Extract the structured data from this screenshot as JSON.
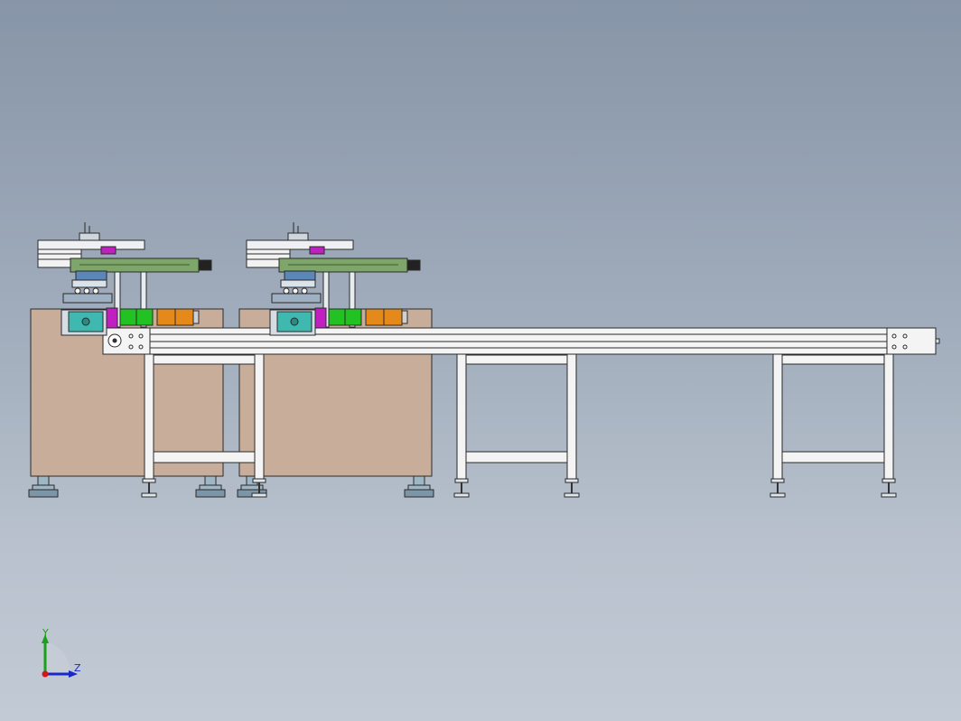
{
  "viewport": {
    "background_top": "#8795a8",
    "background_bottom": "#c2cad5"
  },
  "triad": {
    "y_label": "Y",
    "z_label": "Z",
    "y_color": "#1aa01a",
    "z_color": "#1a28c8",
    "x_color": "#d01818"
  },
  "colors": {
    "cabinet": "#c8ae9a",
    "frame": "#f4f4f4",
    "outline": "#2a2a2a",
    "cylinder_green": "#7fa66a",
    "roller_green": "#22c222",
    "roller_orange": "#e58a1a",
    "teal_block": "#3fb8b0",
    "magenta": "#c020c0",
    "blue_parts": "#5a86b8"
  },
  "model": {
    "stations": 2,
    "legs": 8
  }
}
